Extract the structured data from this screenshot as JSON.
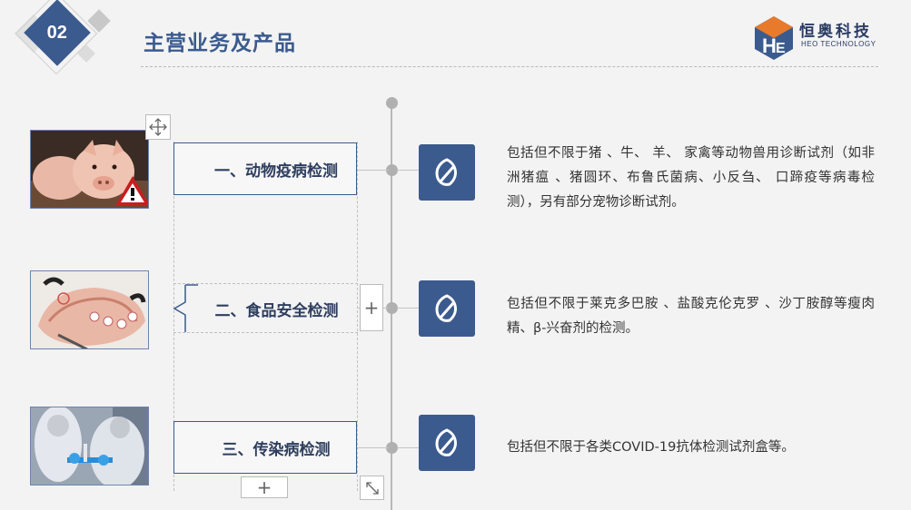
{
  "header": {
    "section_number": "02",
    "title": "主营业务及产品"
  },
  "logo": {
    "cn": "恒奥科技",
    "en": "HEO TECHNOLOGY"
  },
  "categories": [
    {
      "label": "一、动物疫病检测",
      "description": "包括但不限于猪 、牛、 羊、 家禽等动物兽用诊断试剂（如非洲猪瘟 、猪圆环、布鲁氏菌病、小反刍、 口蹄疫等病毒检测），另有部分宠物诊断试剂。"
    },
    {
      "label": "二、食品安全检测",
      "description": "包括但不限于莱克多巴胺 、盐酸克伦克罗 、沙丁胺醇等瘦肉精、β-兴奋剂的检测。"
    },
    {
      "label": "三、传染病检测",
      "description": "包括但不限于各类COVID-19抗体检测试剂盒等。"
    }
  ],
  "controls": {
    "add_symbol": "+",
    "add_symbol_bottom": "+"
  },
  "colors": {
    "brand_blue": "#3b5a8e",
    "title_blue": "#3b5a8e",
    "logo_orange": "#e77a2b"
  }
}
